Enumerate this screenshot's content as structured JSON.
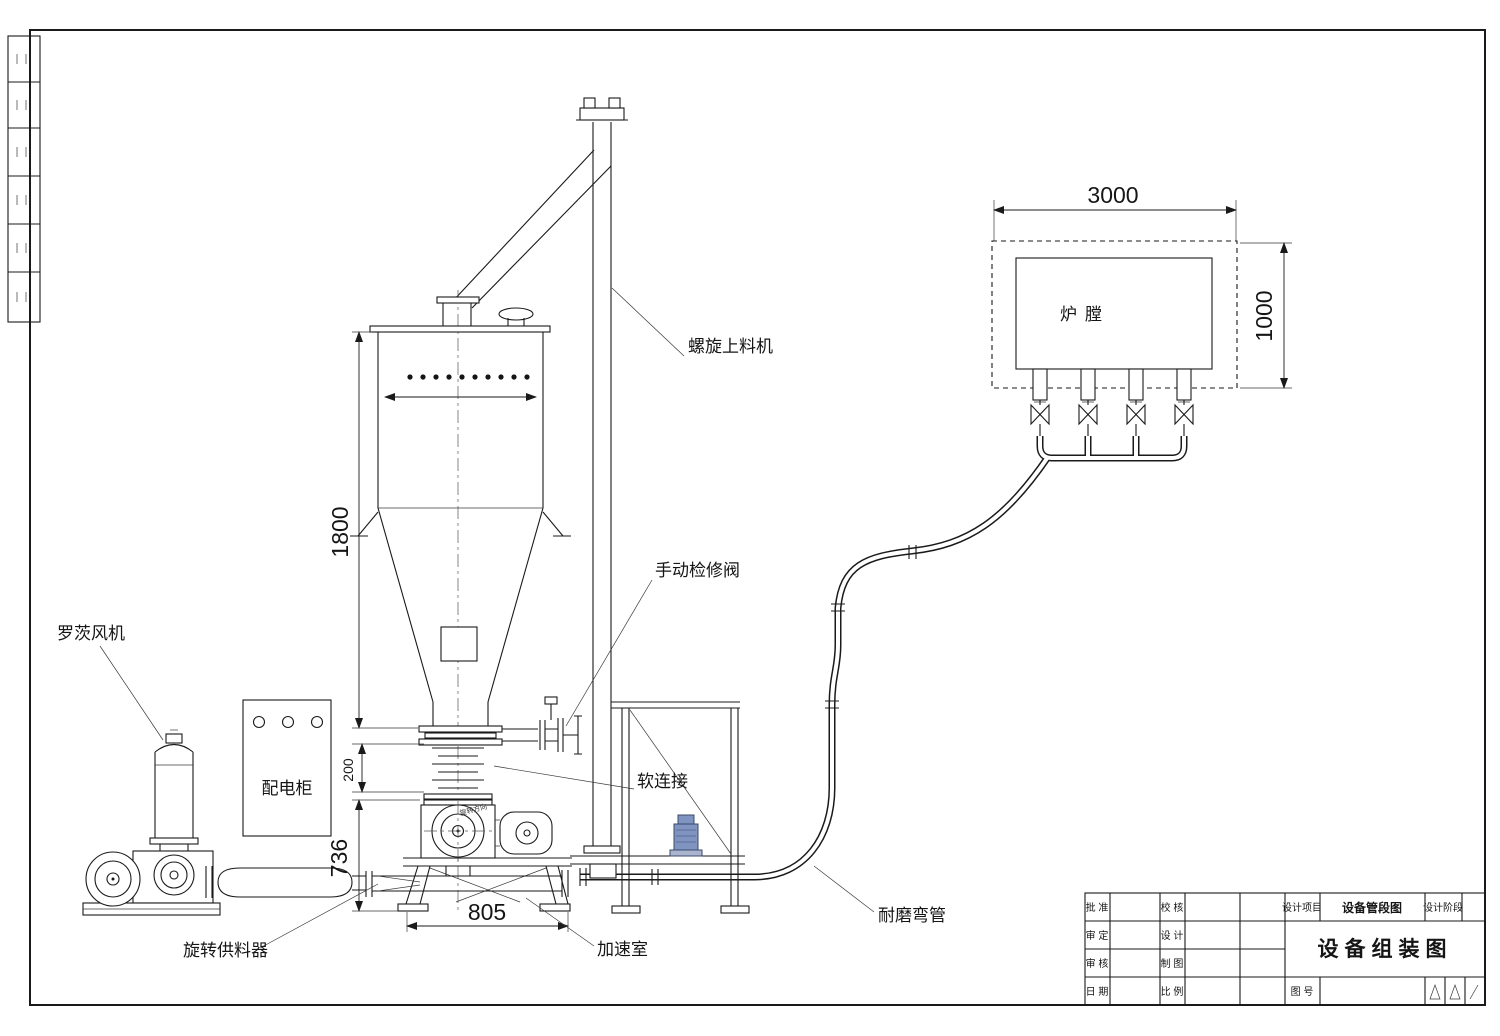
{
  "components": {
    "screw_feeder": "螺旋上料机",
    "manual_service_valve": "手动检修阀",
    "flexible_connection": "软连接",
    "wear_resistant_elbow": "耐磨弯管",
    "roots_blower": "罗茨风机",
    "power_cabinet": "配电柜",
    "rotary_feeder": "旋转供料器",
    "acceleration_chamber": "加速室",
    "furnace_chamber": "炉膛",
    "rotation_direction": "旋转方向"
  },
  "dimensions": {
    "hopper_height": "1800",
    "flex_section": "200",
    "frame_height": "736",
    "base_width": "805",
    "furnace_width": "3000",
    "furnace_height": "1000"
  },
  "title_block": {
    "approve_label": "批 准",
    "review_label": "审 定",
    "audit_label": "审 核",
    "date_label": "日 期",
    "check_label": "校 核",
    "design_label": "设 计",
    "draft_label": "制 图",
    "scale_label": "比 例",
    "project_label": "设计项目",
    "project_value": "设备管段图",
    "stage_label": "设计阶段",
    "drawing_title": "设备组装图",
    "drawing_no_label": "图 号"
  },
  "colors": {
    "line": "#1a1a1a",
    "motor_blue": "#8094c2"
  }
}
